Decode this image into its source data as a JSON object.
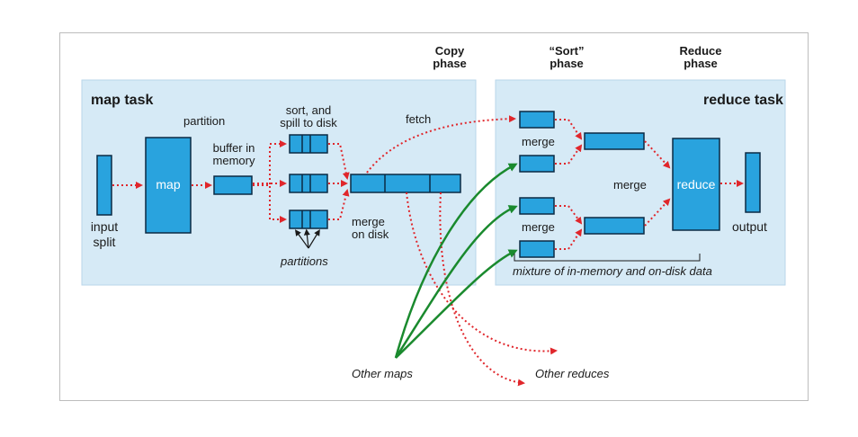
{
  "diagram": {
    "phases": {
      "copy": "Copy\nphase",
      "sort": "“Sort”\nphase",
      "reduce": "Reduce\nphase"
    },
    "map_task": {
      "title": "map task",
      "partition": "partition",
      "sort_spill": "sort, and\nspill to disk",
      "fetch": "fetch",
      "buffer": "buffer in\nmemory",
      "map": "map",
      "input_split": "input\nsplit",
      "merge_on_disk": "merge\non disk",
      "partitions": "partitions"
    },
    "reduce_task": {
      "title": "reduce task",
      "merge_top": "merge",
      "merge_mid": "merge",
      "merge_bottom": "merge",
      "reduce": "reduce",
      "output": "output",
      "mixture": "mixture of in-memory and on-disk data"
    },
    "external": {
      "other_maps": "Other maps",
      "other_reduces": "Other reduces"
    },
    "colors": {
      "panel": "#d6eaf6",
      "box": "#29a3de",
      "box_border": "#0b2a44",
      "red_arrow": "#e0262b",
      "green_arrow": "#1a8a2e"
    }
  }
}
